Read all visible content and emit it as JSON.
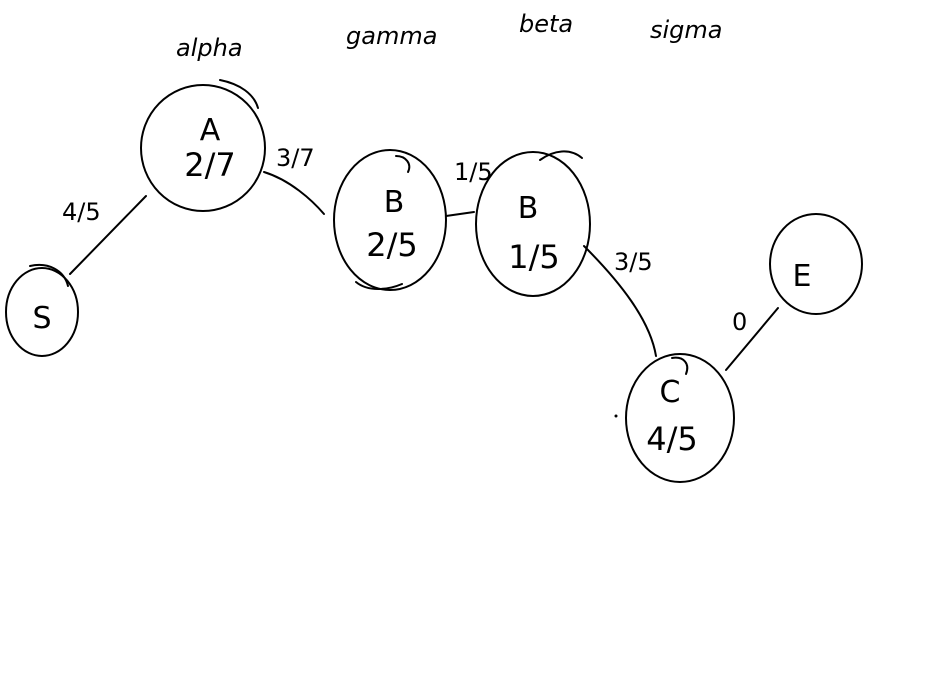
{
  "headers": {
    "alpha": "alpha",
    "gamma": "gamma",
    "beta": "beta",
    "sigma": "sigma"
  },
  "nodes": {
    "S": {
      "letter": "S"
    },
    "A": {
      "letter": "A",
      "value": "2/7"
    },
    "B1": {
      "letter": "B",
      "value": "2/5"
    },
    "B2": {
      "letter": "B",
      "value": "1/5"
    },
    "C": {
      "letter": "C",
      "value": "4/5"
    },
    "E": {
      "letter": "E"
    }
  },
  "edges": {
    "S_A": {
      "label": "4/5"
    },
    "A_B1": {
      "label": "3/7"
    },
    "B1_B2": {
      "label": "1/5"
    },
    "B2_C": {
      "label": "3/5"
    },
    "C_E": {
      "label": "0"
    }
  }
}
